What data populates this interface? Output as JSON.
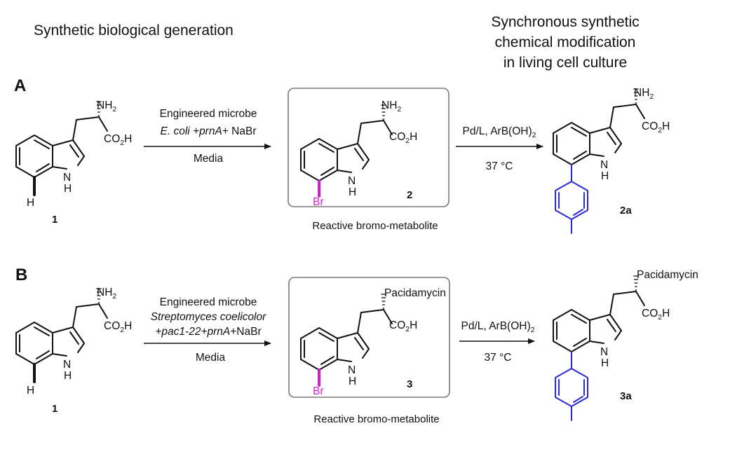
{
  "headers": {
    "left": "Synthetic biological generation",
    "right_lines": [
      "Synchronous synthetic",
      "chemical modification",
      "in living cell culture"
    ]
  },
  "panel_a": {
    "label": "A",
    "step1": {
      "line1": "Engineered microbe",
      "line2_italic": "E. coli +prnA",
      "line2_rest": "+ NaBr",
      "line3": "Media"
    },
    "step2": {
      "reagent": "Pd/L, ArB(OH)",
      "reagent_sub": "2",
      "temp": "37 °C"
    },
    "compound_1": "1",
    "compound_2": "2",
    "compound_2a": "2a",
    "box_caption": "Reactive bromo-metabolite"
  },
  "panel_b": {
    "label": "B",
    "step1": {
      "line1": "Engineered microbe",
      "line2_italic": "Streptomyces coelicolor",
      "line3_italic": "+pac1-22+prnA",
      "line3_rest": "+NaBr",
      "line4": "Media"
    },
    "step2": {
      "reagent": "Pd/L, ArB(OH)",
      "reagent_sub": "2",
      "temp": "37 °C"
    },
    "compound_1": "1",
    "compound_3": "3",
    "compound_3a": "3a",
    "box_caption": "Reactive bromo-metabolite",
    "substituent": "Pacidamycin"
  },
  "atoms": {
    "amine": "NH",
    "amine_sub": "2",
    "acid_c": "CO",
    "acid_sub": "2",
    "acid_h": "H",
    "n": "N",
    "h": "H",
    "br": "Br"
  },
  "colors": {
    "bromine": "#d11fd1",
    "aryl": "#2a2ad8",
    "box": "#7a7a7a"
  }
}
